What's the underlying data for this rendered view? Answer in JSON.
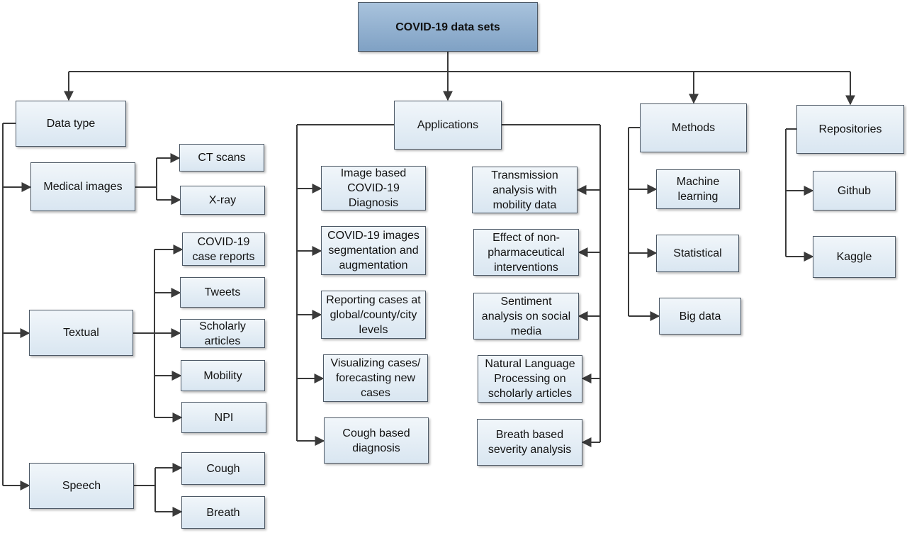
{
  "root": "COVID-19 data sets",
  "categories": {
    "data_type": "Data type",
    "applications": "Applications",
    "methods": "Methods",
    "repositories": "Repositories"
  },
  "data_type": {
    "medical_images": "Medical images",
    "ct_scans": "CT scans",
    "x_ray": "X-ray",
    "textual": "Textual",
    "case_reports": "COVID-19\ncase reports",
    "tweets": "Tweets",
    "scholarly_articles": "Scholarly\narticles",
    "mobility": "Mobility",
    "npi": "NPI",
    "speech": "Speech",
    "cough": "Cough",
    "breath": "Breath"
  },
  "applications": {
    "left": [
      "Image based\nCOVID-19\nDiagnosis",
      "COVID-19 images\nsegmentation and\naugmentation",
      "Reporting cases at\nglobal/county/city\nlevels",
      "Visualizing cases/\nforecasting new\ncases",
      "Cough based\ndiagnosis"
    ],
    "right": [
      "Transmission\nanalysis with\nmobility data",
      "Effect of non-\npharmaceutical\ninterventions",
      "Sentiment\nanalysis on social\nmedia",
      "Natural Language\nProcessing on\nscholarly articles",
      "Breath based\nseverity analysis"
    ]
  },
  "methods": [
    "Machine\nlearning",
    "Statistical",
    "Big data"
  ],
  "repositories": [
    "Github",
    "Kaggle"
  ]
}
